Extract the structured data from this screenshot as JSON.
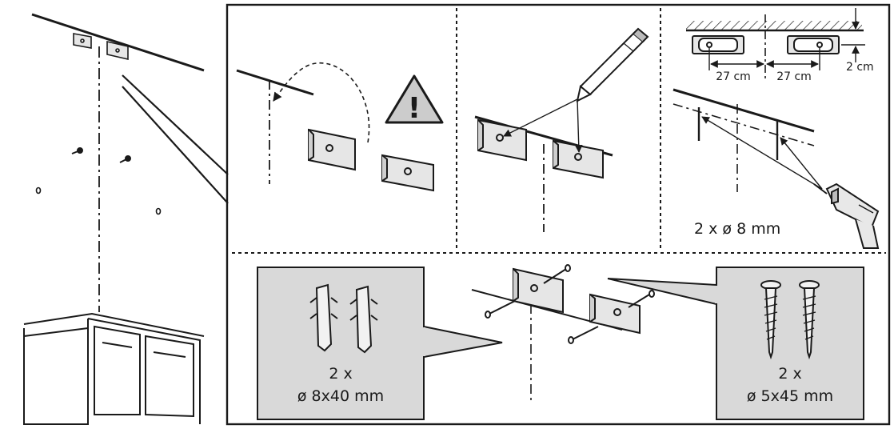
{
  "labels": {
    "spacing_left": "27 cm",
    "spacing_right": "27 cm",
    "height_offset": "2 cm",
    "drill_spec": "2 x ø 8 mm",
    "plugs_count": "2 x",
    "plugs_size": "ø 8x40 mm",
    "screws_count": "2 x",
    "screws_size": "ø 5x45 mm"
  },
  "warning_symbol": "!",
  "icons": [
    "warning-triangle-icon",
    "pencil-icon",
    "drill-icon",
    "wall-plug-icon",
    "wood-screw-icon",
    "bracket-icon"
  ],
  "colors": {
    "line": "#1a1a1a",
    "panel_gray": "#d9d9d9",
    "bracket_fill": "#e6e6e6",
    "warning_fill": "#cccccc"
  }
}
